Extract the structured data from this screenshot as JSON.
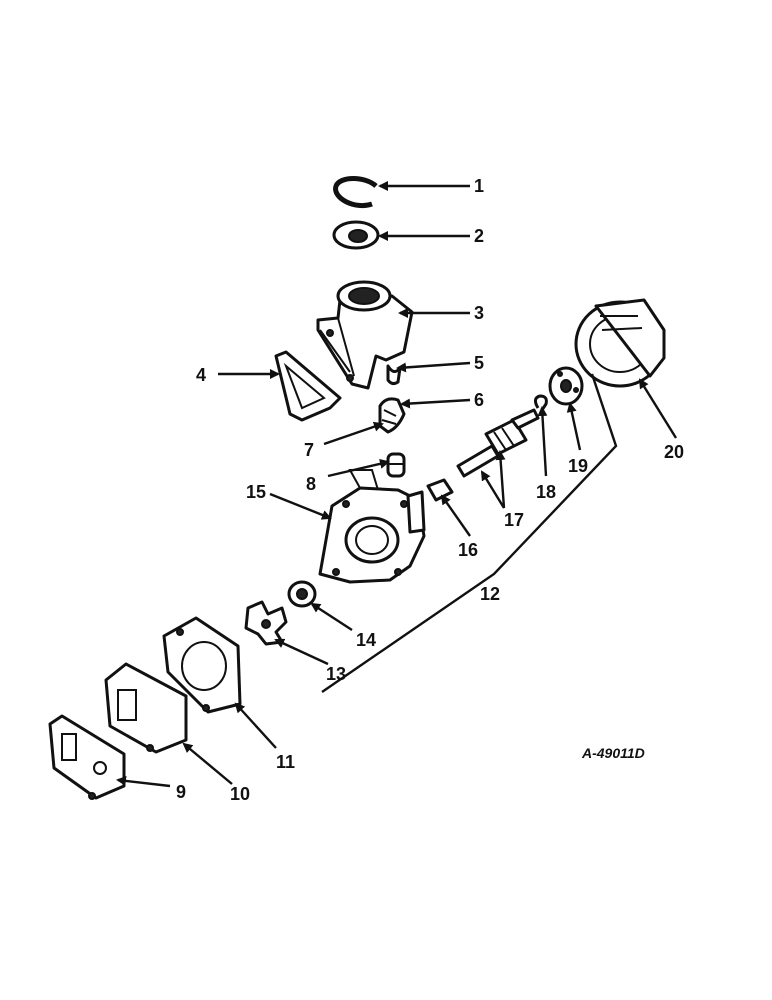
{
  "labels": {
    "l1": "1",
    "l2": "2",
    "l3": "3",
    "l4": "4",
    "l5": "5",
    "l6": "6",
    "l7": "7",
    "l8": "8",
    "l9": "9",
    "l10": "10",
    "l11": "11",
    "l12": "12",
    "l13": "13",
    "l14": "14",
    "l15": "15",
    "l16": "16",
    "l17": "17",
    "l18": "18",
    "l19": "19",
    "l20": "20"
  },
  "drawing_code": "A-49011D"
}
